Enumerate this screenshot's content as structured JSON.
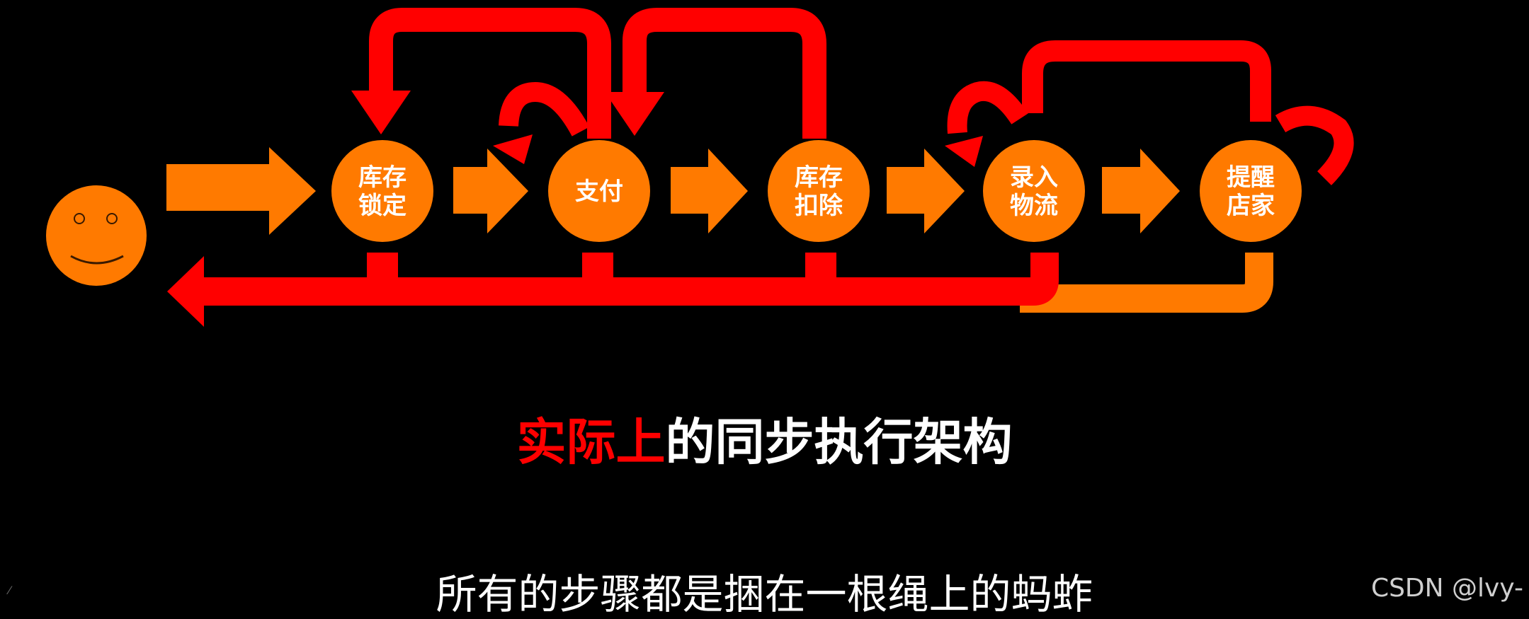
{
  "diagram": {
    "nodes": [
      {
        "id": "lock",
        "lines": [
          "库存",
          "锁定"
        ]
      },
      {
        "id": "pay",
        "lines": [
          "支付"
        ]
      },
      {
        "id": "deduct",
        "lines": [
          "库存",
          "扣除"
        ]
      },
      {
        "id": "logistics",
        "lines": [
          "录入",
          "物流"
        ]
      },
      {
        "id": "notify",
        "lines": [
          "提醒",
          "店家"
        ]
      }
    ],
    "colors": {
      "node": "#ff7a00",
      "flow_arrow": "#ff7a00",
      "feedback_arrow": "#ff0000",
      "smiley": "#ff7a00",
      "return_path": "#ff7a00"
    }
  },
  "title": {
    "highlight": "实际上",
    "rest": "的同步执行架构"
  },
  "subtitle": "所有的步骤都是捆在一根绳上的蚂蚱",
  "watermark": "CSDN @lvy-",
  "corner_mark": "⁄"
}
